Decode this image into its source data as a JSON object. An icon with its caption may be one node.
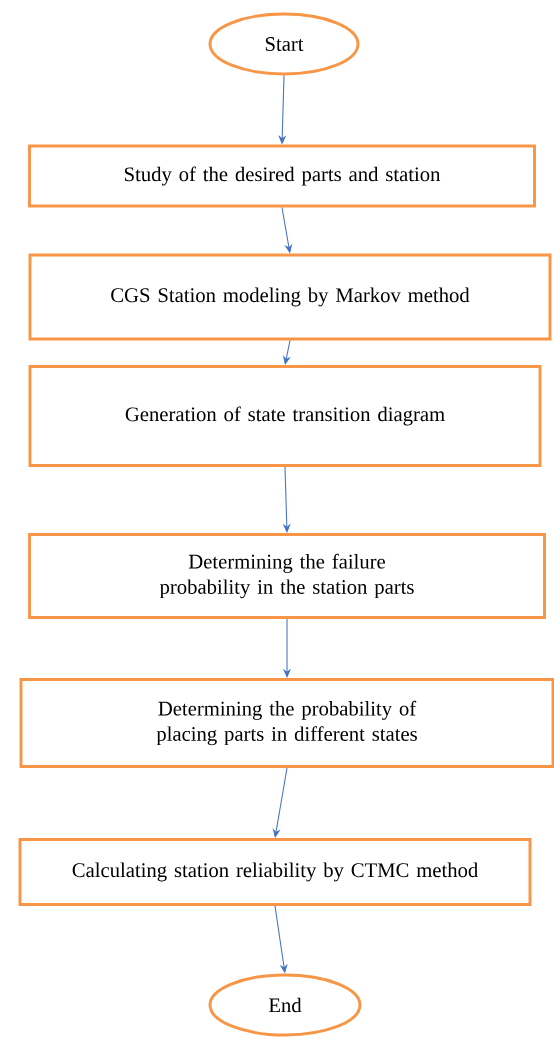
{
  "diagram": {
    "nodes": [
      {
        "text": [
          "Start"
        ]
      },
      {
        "text": [
          "Study of the desired parts and station"
        ]
      },
      {
        "text": [
          "CGS Station modeling by Markov method"
        ]
      },
      {
        "text": [
          "Generation of state transition diagram"
        ]
      },
      {
        "text": [
          "Determining the failure probability in the station parts"
        ]
      },
      {
        "text": [
          "Determining the probability of placing parts in different states"
        ]
      },
      {
        "text": [
          "Calculating station reliability by CTMC method"
        ]
      },
      {
        "text": [
          "End"
        ]
      }
    ],
    "edges": [
      {
        "from": 0,
        "to": 1,
        "arrow": "to"
      },
      {
        "from": 1,
        "to": 2,
        "arrow": "to"
      },
      {
        "from": 2,
        "to": 3,
        "arrow": "to"
      },
      {
        "from": 3,
        "to": 4,
        "arrow": "to"
      },
      {
        "from": 4,
        "to": 5,
        "arrow": "to"
      },
      {
        "from": 5,
        "to": 6,
        "arrow": "to"
      },
      {
        "from": 6,
        "to": 7,
        "arrow": "to"
      }
    ]
  }
}
